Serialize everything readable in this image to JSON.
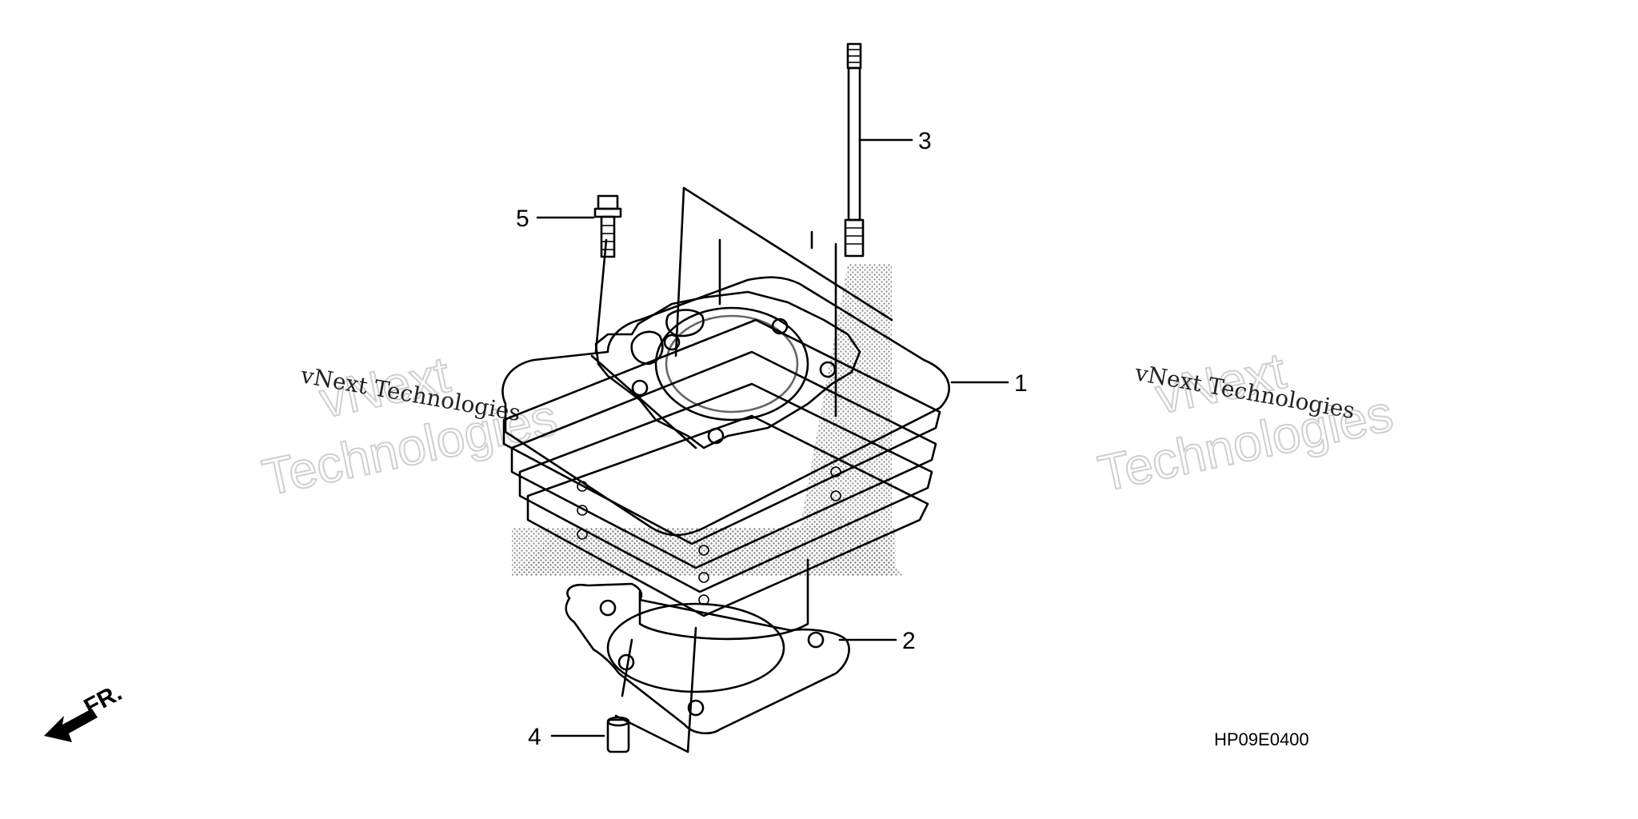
{
  "diagram": {
    "code": "HP09E0400",
    "front_label": "FR.",
    "callouts": [
      {
        "id": "1",
        "label": "1"
      },
      {
        "id": "2",
        "label": "2"
      },
      {
        "id": "3",
        "label": "3"
      },
      {
        "id": "4",
        "label": "4"
      },
      {
        "id": "5",
        "label": "5"
      }
    ]
  },
  "watermarks": [
    {
      "line_small": "vNext Technologies",
      "big_top": "vNext",
      "big_bottom": "Technologies"
    },
    {
      "line_small": "vNext Technologies",
      "big_top": "vNext",
      "big_bottom": "Technologies"
    }
  ],
  "colors": {
    "ink": "#000000",
    "paper": "#ffffff",
    "screen": "#9a9a9a",
    "watermark": "#cfcfcf"
  }
}
